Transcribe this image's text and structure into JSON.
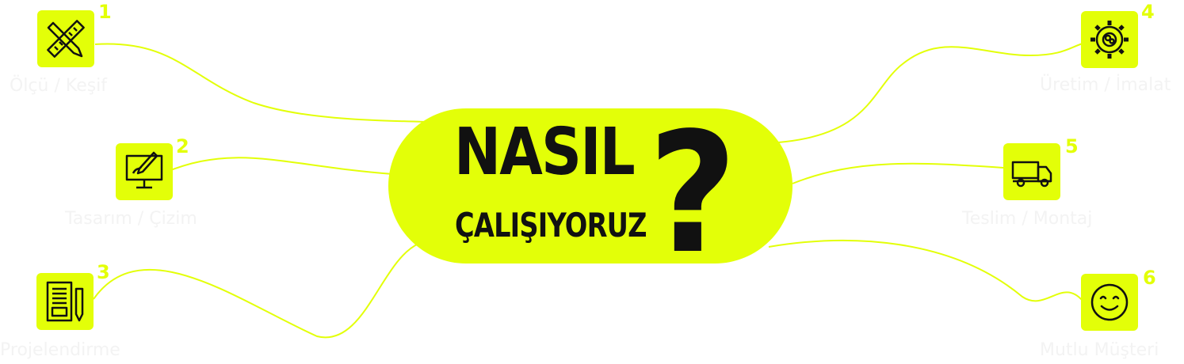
{
  "title": {
    "line1": "NASIL",
    "line2": "ÇALIŞIYORUZ",
    "mark": "?"
  },
  "colors": {
    "accent": "#e3ff08",
    "text": "#111111",
    "faint_label": "#f3f3f3"
  },
  "steps": [
    {
      "number": "1",
      "label": "Ölçü / Keşif",
      "icon": "pencil-ruler-icon"
    },
    {
      "number": "2",
      "label": "Tasarım / Çizim",
      "icon": "design-monitor-icon"
    },
    {
      "number": "3",
      "label": "Projelendirme",
      "icon": "document-pencil-icon"
    },
    {
      "number": "4",
      "label": "Üretim / İmalat",
      "icon": "gear-icon"
    },
    {
      "number": "5",
      "label": "Teslim / Montaj",
      "icon": "truck-icon"
    },
    {
      "number": "6",
      "label": "Mutlu Müşteri",
      "icon": "smiley-icon"
    }
  ]
}
